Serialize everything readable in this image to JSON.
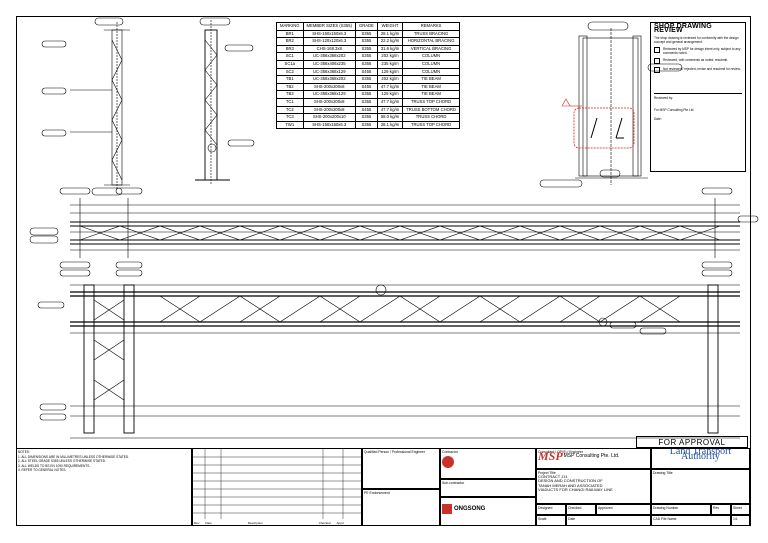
{
  "review": {
    "title": "SHOP DRAWING REVIEW",
    "intro": "The shop drawing is reviewed for conformity with the design concept and general arrangement.",
    "options": [
      "Reviewed by MSP for design intent only, subject to any comments noted.",
      "Reviewed, with comments as noted; resubmit.",
      "Not reviewed / rejected; revise and resubmit for review."
    ],
    "reviewed_by_label": "Reviewed by:",
    "firm": "For MSP Consulting Pte Ltd",
    "date_label": "Date:"
  },
  "member_table": {
    "headers": [
      "MARKING",
      "MEMBER SIZES (S355)",
      "GRADE",
      "WEIGHT",
      "REMARKS"
    ],
    "rows": [
      [
        "BR1",
        "SHS-150x150x6.3",
        "S355",
        "28.1 kg/m",
        "TRUSS BRACING"
      ],
      [
        "BR2",
        "SHS-120x120x6.3",
        "S355",
        "22.2 kg/m",
        "HORIZONTAL BRACING"
      ],
      [
        "BR3",
        "CHS-168.3x8",
        "S355",
        "31.6 kg/m",
        "VERTICAL BRACING"
      ],
      [
        "SC1",
        "UC-356x368x202",
        "S355",
        "202 kg/m",
        "COLUMN"
      ],
      [
        "SC1a",
        "UC-356x406x235",
        "S355",
        "235 kg/m",
        "COLUMN"
      ],
      [
        "SC2",
        "UC-356x368x129",
        "S455",
        "129 kg/m",
        "COLUMN"
      ],
      [
        "TB1",
        "UC-356x368x202",
        "S355",
        "202 kg/m",
        "TIE BEAM"
      ],
      [
        "TB2",
        "SHS-200x200x8",
        "S455",
        "47.7 kg/m",
        "TIE BEAM"
      ],
      [
        "TB3",
        "UC-356x368x129",
        "S355",
        "129 kg/m",
        "TIE BEAM"
      ],
      [
        "TC1",
        "SHS-200x200x8",
        "S355",
        "47.7 kg/m",
        "TRUSS TOP CHORD"
      ],
      [
        "TC2",
        "SHS-200x200x8",
        "S455",
        "47.7 kg/m",
        "TRUSS BOTTOM CHORD"
      ],
      [
        "TC3",
        "SHS-200x200x10",
        "S355",
        "58.0 kg/m",
        "TRUSS CHORD"
      ],
      [
        "TW1",
        "SHS-150x150x6.3",
        "S355",
        "28.1 kg/m",
        "TRUSS TOP CHORD"
      ]
    ]
  },
  "approval_stamp": "FOR APPROVAL",
  "title_block": {
    "notes_heading": "NOTES:",
    "notes": [
      "1. ALL DIMENSIONS ARE IN MILLIMETRES UNLESS OTHERWISE STATED.",
      "2. ALL STEEL GRADE S355 UNLESS OTHERWISE STATED.",
      "3. ALL WELDS TO BS EN 1090 REQUIREMENTS.",
      "4. REFER TO GENERAL NOTES."
    ],
    "rev_cols": [
      "Rev",
      "Date",
      "Description",
      "Checked",
      "Appd"
    ],
    "stamp_label": "Qualified Person / Professional Engineer",
    "pe_label": "PE Endorsement",
    "contractor_label": "Contractor",
    "subcontractor_label": "Sub-contractor",
    "steel_firm": "ONGSONG",
    "consultant_label": "Consultant / QP(S) / Engineer",
    "consultant_name": "MSP Consulting Pte. Ltd.",
    "consultant_mark": "MSP",
    "project_label": "Project Title",
    "project_lines": [
      "CONTRACT J11",
      "DESIGN AND CONSTRUCTION OF",
      "TANAH MERAH AND ASSOCIATED",
      "VIADUCTS FOR CHANGI RAILWAY LINE"
    ],
    "client": "Land Transport Authority",
    "drawing_title_label": "Drawing Title",
    "fields": [
      "Designed",
      "Checked",
      "Approved",
      "Scale",
      "Date",
      "Drawing Number",
      "Rev",
      "Sheet"
    ],
    "cad_label": "CAD File Name",
    "page_no": "1/1"
  }
}
